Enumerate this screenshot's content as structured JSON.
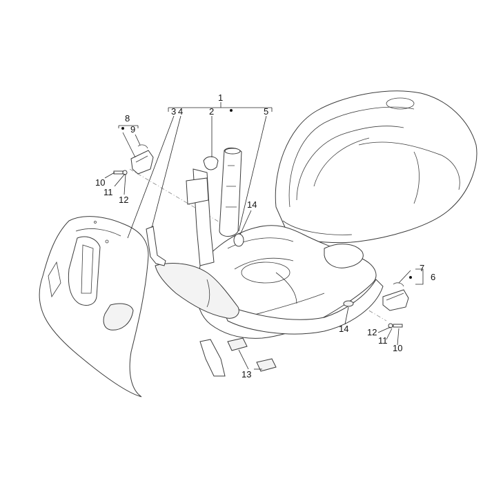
{
  "callouts": {
    "c1": "1",
    "c2": "2",
    "c3": "3",
    "c4": "4",
    "c5": "5",
    "c6": "6",
    "c7": "7",
    "c8": "8",
    "c9": "9",
    "c10a": "10",
    "c11a": "11",
    "c12a": "12",
    "c13": "13",
    "c14a": "14",
    "c14b": "14",
    "c12b": "12",
    "c11b": "11",
    "c10b": "10"
  }
}
